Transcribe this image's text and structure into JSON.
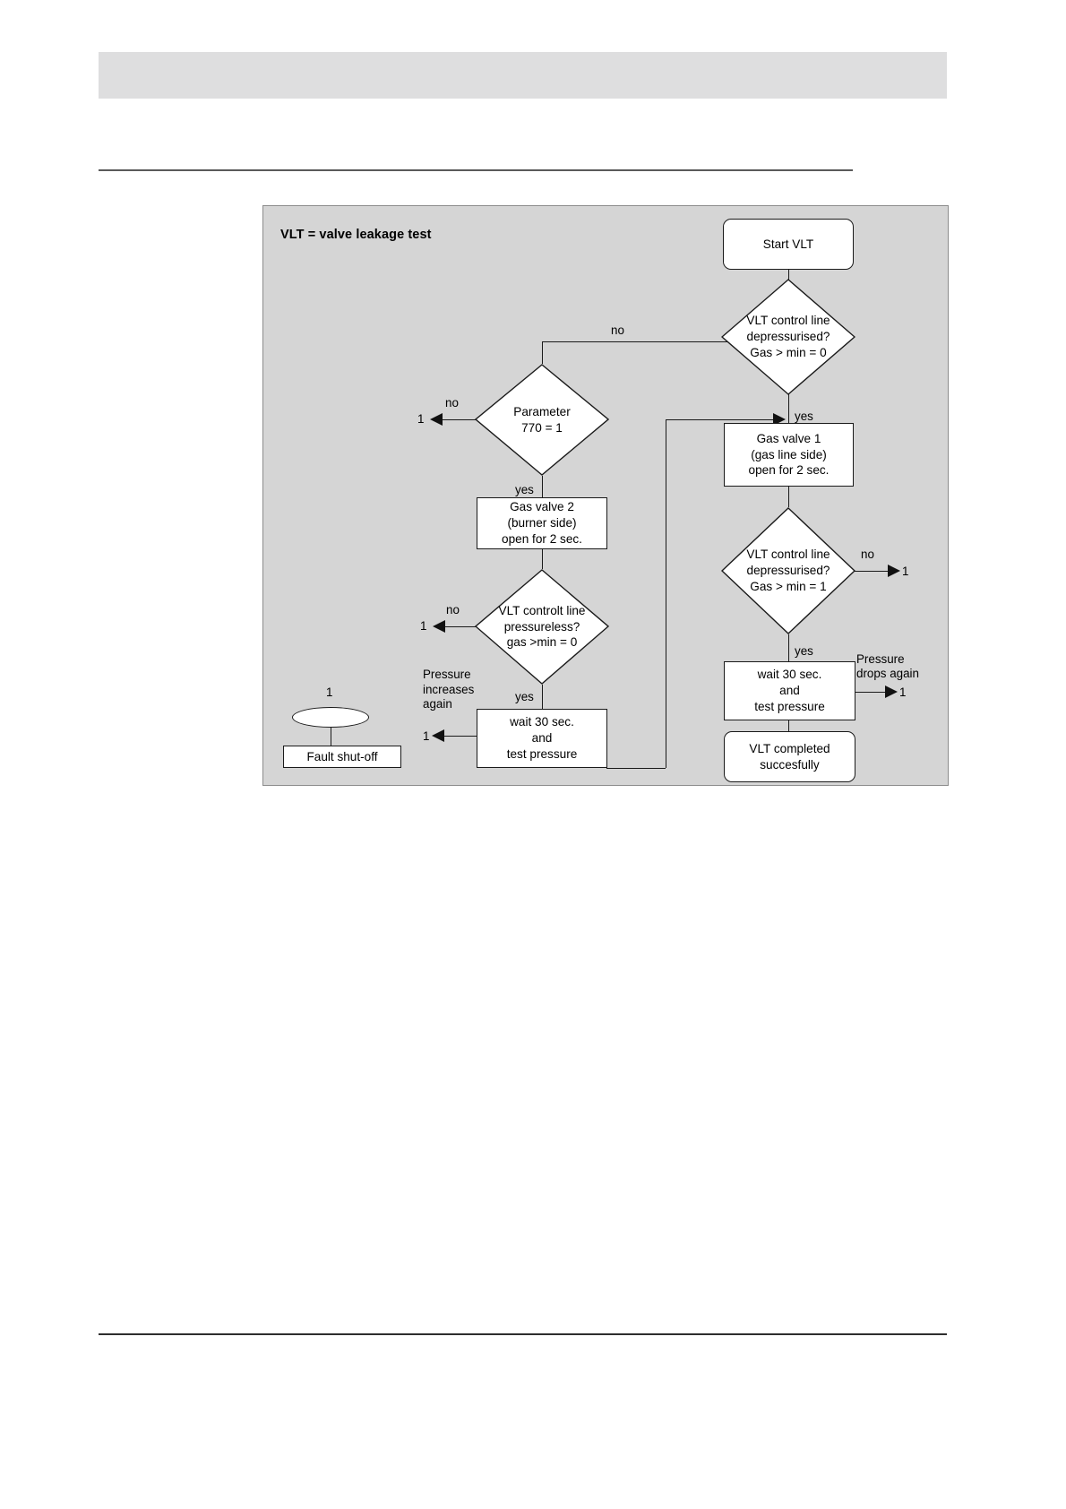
{
  "page": {
    "header_bar": "",
    "background_color": "#ffffff",
    "chart_panel_color": "#d5d5d5"
  },
  "chart_data": {
    "type": "diagram",
    "diagram_kind": "flowchart",
    "title": "VLT = valve leakage test",
    "nodes": [
      {
        "id": "start",
        "shape": "terminator",
        "text": "Start\nVLT",
        "line1": "Start",
        "line2": "VLT"
      },
      {
        "id": "dec1",
        "shape": "decision",
        "line1": "VLT control line",
        "line2": "depressurised?",
        "line3": "Gas > min = 0"
      },
      {
        "id": "gasvalve1",
        "shape": "process",
        "line1": "Gas valve 1",
        "line2": "(gas line side)",
        "line3": "open for 2 sec."
      },
      {
        "id": "dec2",
        "shape": "decision",
        "line1": "VLT control line",
        "line2": "depressurised?",
        "line3": "Gas > min = 1"
      },
      {
        "id": "wait1",
        "shape": "process",
        "line1": "wait 30 sec.",
        "line2": "and",
        "line3": "test pressure"
      },
      {
        "id": "complete",
        "shape": "terminator",
        "line1": "VLT",
        "line2": "completed",
        "line3": "succesfully"
      },
      {
        "id": "param770",
        "shape": "decision",
        "line1": "Parameter",
        "line2": "770 = 1"
      },
      {
        "id": "gasvalve2",
        "shape": "process",
        "line1": "Gas valve 2",
        "line2": "(burner side)",
        "line3": "open for 2 sec."
      },
      {
        "id": "dec3",
        "shape": "decision",
        "line1": "VLT controlt line",
        "line2": "pressureless?",
        "line3": "gas >min = 0"
      },
      {
        "id": "wait2",
        "shape": "process",
        "line1": "wait 30 sec.",
        "line2": "and",
        "line3": "test pressure"
      },
      {
        "id": "connector1",
        "shape": "connector",
        "label": "1"
      },
      {
        "id": "fault",
        "shape": "process",
        "line1": "Fault shut-off"
      }
    ],
    "edge_labels": {
      "dec1_no": "no",
      "dec1_yes": "yes",
      "dec2_no": "no",
      "dec2_yes": "yes",
      "param770_no": "no",
      "param770_yes": "yes",
      "dec3_no": "no",
      "dec3_yes": "yes",
      "pressure_drops": "Pressure\ndrops again",
      "pressure_drops_l1": "Pressure",
      "pressure_drops_l2": "drops again",
      "pressure_increases_l1": "Pressure",
      "pressure_increases_l2": "increases",
      "pressure_increases_l3": "again"
    },
    "connector_numbers": {
      "param770_no_target": "1",
      "dec2_no_target": "1",
      "dec3_no_target": "1",
      "wait2_target": "1",
      "pressure_drops_target": "1",
      "connector_above_ellipse": "1"
    }
  }
}
